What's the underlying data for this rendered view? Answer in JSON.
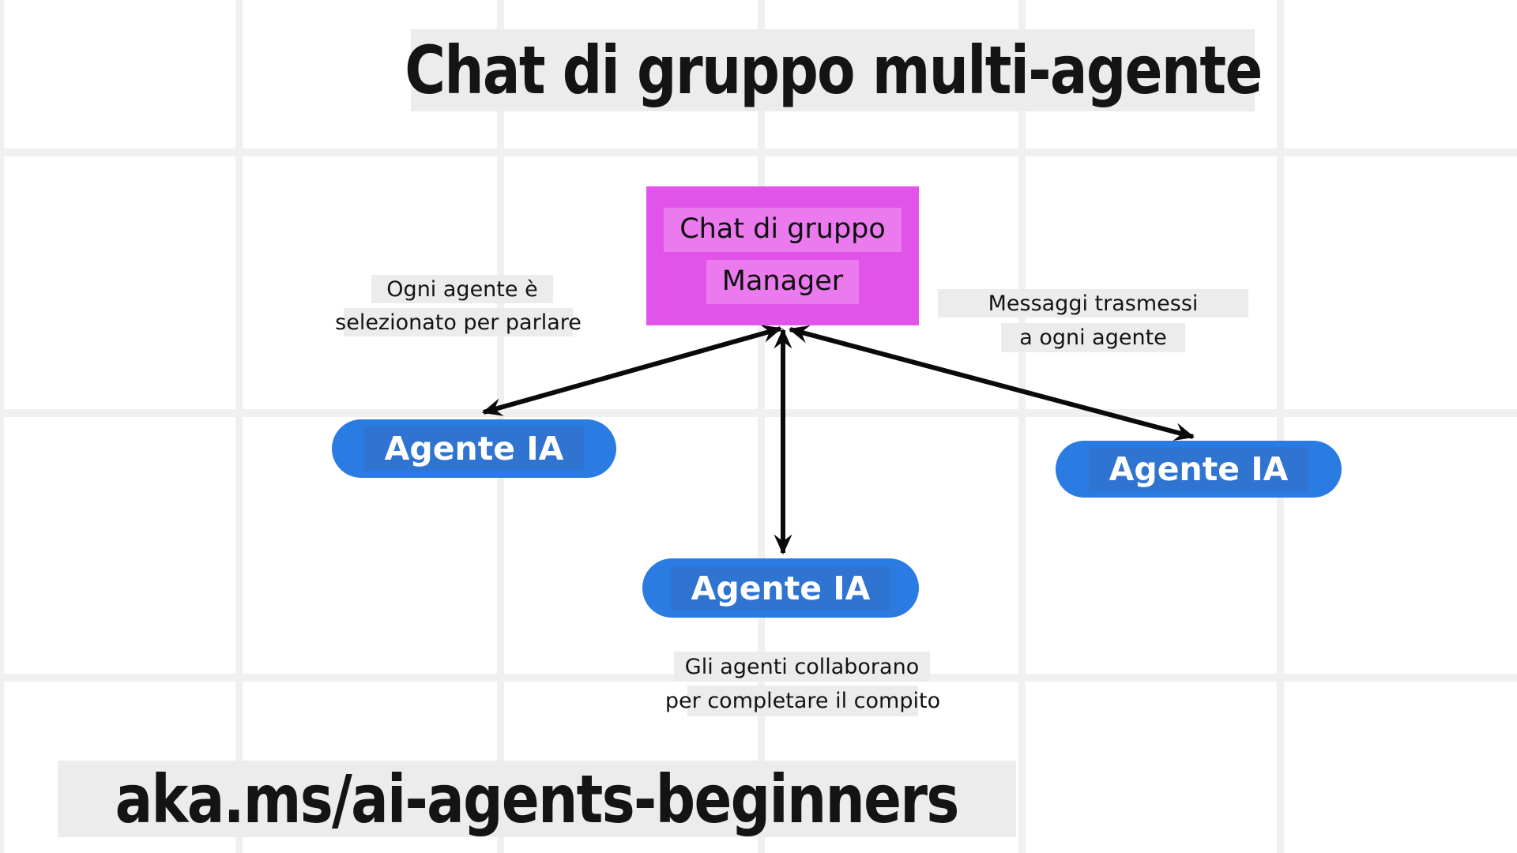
{
  "title": "Chat di gruppo multi-agente",
  "footer_link": "aka.ms/ai-agents-beginners",
  "manager": {
    "line1": "Chat di gruppo",
    "line2": "Manager"
  },
  "agents": [
    {
      "label": "Agente IA",
      "position": "left"
    },
    {
      "label": "Agente IA",
      "position": "center"
    },
    {
      "label": "Agente IA",
      "position": "right"
    }
  ],
  "annotations": {
    "left": {
      "line1": "Ogni agente è",
      "line2": "selezionato per parlare"
    },
    "right": {
      "line1": "Messaggi trasmessi",
      "line2": "a ogni agente"
    },
    "bottom": {
      "line1": "Gli agenti collaborano",
      "line2": "per completare il compito"
    }
  },
  "colors": {
    "magenta": "#e254e9",
    "magenta_light": "#ea7aee",
    "blue": "#2a7ce3",
    "blue_dark": "#2e74d0",
    "bar_bg": "#ececec",
    "grid": "#f0f0f0",
    "arrow": "#0a0a0a",
    "text": "#141414"
  }
}
